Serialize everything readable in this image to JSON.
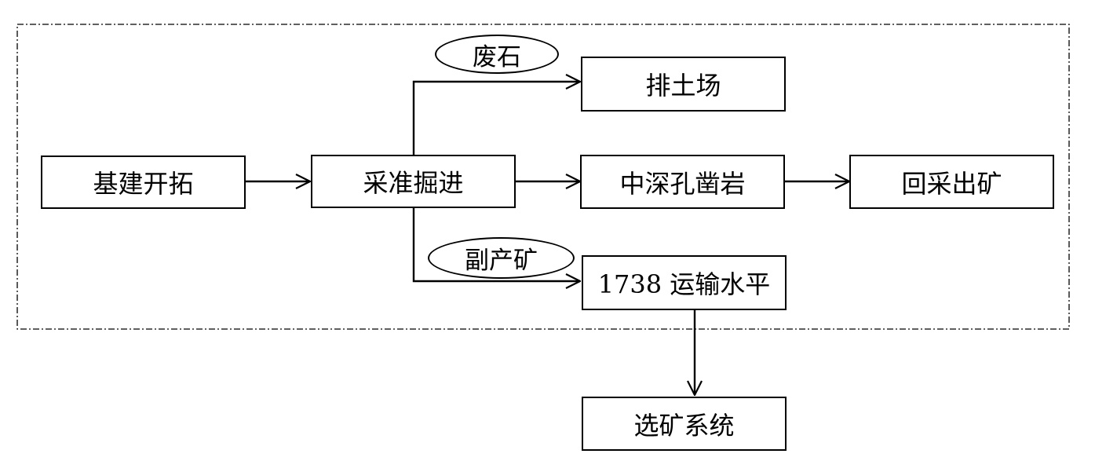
{
  "nodes": {
    "jijian": "基建开拓",
    "caizhun": "采准掘进",
    "paitu": "排土场",
    "zhongshen": "中深孔凿岩",
    "huicai": "回采出矿",
    "yunshu": "1738 运输水平",
    "xuankuang": "选矿系统"
  },
  "labels": {
    "feishi": "废石",
    "fuchan": "副产矿"
  }
}
